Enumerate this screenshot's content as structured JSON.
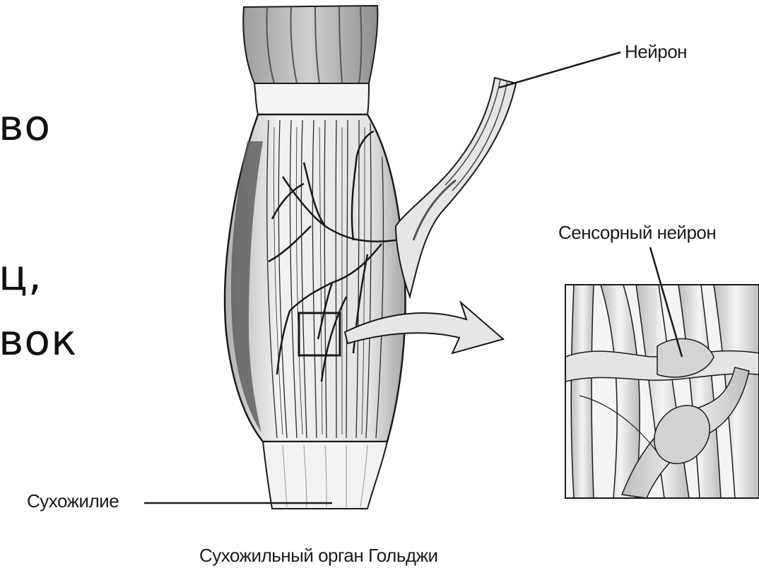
{
  "slide_text_fragments": [
    "во",
    "ц,",
    "вок"
  ],
  "labels": {
    "neuron": "Нейрон",
    "sensory_neuron": "Сенсорный нейрон",
    "tendon": "Сухожилие",
    "caption": "Сухожильный орган Гольджи"
  },
  "colors": {
    "line": "#1a1a1a",
    "fiber_fill": "#e6e6e6",
    "muscle_fill": "#bdbdbd",
    "background": "#ffffff"
  }
}
